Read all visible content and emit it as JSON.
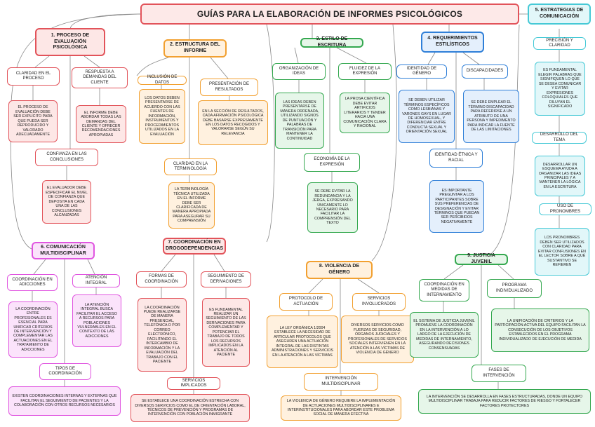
{
  "title": "GUÍAS PARA LA ELABORACIÓN DE INFORMES PSICOLÓGICOS",
  "colors": {
    "red": "#e2535a",
    "orange": "#f2a030",
    "green": "#34a84f",
    "blue": "#2f7fd8",
    "cyan": "#46c9d6",
    "pink": "#e055e0",
    "line": "#888888"
  },
  "s1": {
    "title": "1. PROCESO DE EVALUACIÓN PSICOLÓGICA",
    "a": {
      "label": "CLARIDAD EN EL PROCESO",
      "text": "EL PROCESO DE EVALUACIÓN DEBE SER EXPLÍCITO PARA QUE PUEDA SER REPRODUCIDO Y VALORADO ADECUADAMENTE"
    },
    "b": {
      "label": "RESPUESTA A DEMANDAS DEL CLIENTE",
      "text": "EL INFORME DEBE ABORDAR TODAS LAS DEMANDAS DEL CLIENTE Y OFRECER RECOMENDACIONES APROPIADAS"
    },
    "c": {
      "label": "CONFIANZA EN LAS CONCLUSIONES",
      "text": "EL EVALUADOR DEBE ESPECIFICAR EL NIVEL DE CONFIANZA QUE DEPOSITA EN CADA UNA DE LAS CONCLUSIONES ALCANZADAS"
    }
  },
  "s2": {
    "title": "2. ESTRUCTURA DEL INFORME",
    "a": {
      "label": "INCLUSIÓN DE DATOS",
      "text": "LOS DATOS DEBEN PRESENTARSE DE ACUERDO CON LAS FUENTES DE INFORMACIÓN, INSTRUMENTOS Y PROCEDIMIENTOS UTILIZADOS EN LA EVALUACIÓN"
    },
    "b": {
      "label": "PRESENTACIÓN DE RESULTADOS",
      "text": "EN LA SECCIÓN DE RESULTADOS, CADA AFIRMACIÓN PSICOLÓGICA DEBE BASARSE EXPRESAMENTE EN LOS DATOS RECOGIDOS Y VALORARSE SEGÚN SU RELEVANCIA"
    },
    "c": {
      "label": "CLARIDAD EN LA TERMINOLOGÍA",
      "text": "LA TERMINOLOGÍA TÉCNICA UTILIZADA EN EL INFORME DEBE SER CLARIFICADA DE MANERA APROPIADA PARA ASEGURAR SU COMPRENSIÓN"
    }
  },
  "s3": {
    "title": "3. ESTILO DE ESCRITURA",
    "a": {
      "label": "ORGANIZACIÓN DE IDEAS",
      "text": "LAS IDEAS DEBEN PRESENTARSE DE MANERA ORDENADA, UTILIZANDO SIGNOS DE PUNTUACIÓN Y PALABRAS DE TRANSICIÓN PARA MANTENER LA CONTINUIDAD"
    },
    "b": {
      "label": "FLUIDEZ DE LA EXPRESIÓN",
      "text": "LA PROSA CIENTÍFICA DEBE EVITAR ARTIFICIOS LITERARIOS Y TENDER HACIA UNA COMUNICACIÓN CLARA Y RACIONAL"
    },
    "c": {
      "label": "ECONOMÍA DE LA EXPRESIÓN",
      "text": "SE DEBE EVITAR LA REDUNDANCIA Y LA JERGA, EXPRESANDO ÚNICAMENTE LO NECESARIO PARA FACILITAR LA COMPRENSIÓN DEL TEXTO"
    }
  },
  "s4": {
    "title": "4. REQUERIMIENTOS ESTILÍSTICOS",
    "a": {
      "label": "IDENTIDAD DE GÉNERO",
      "text": "SE DEBEN UTILIZAR TÉRMINOS ESPECÍFICOS COMO LESBIANAS Y VARONES GAYS EN LUGAR DE HOMOSEXUAL, Y DIFERENCIAR ENTRE CONDUCTA SEXUAL Y ORIENTACIÓN SEXUAL"
    },
    "b": {
      "label": "DISCAPACIDADES",
      "text": "SE DEBE EMPLEAR EL TÉRMINO DISCAPACIDAD PARA REFERIRSE A UN ATRIBUTO DE UNA PERSONA Y IMPEDIMENTO PARA INDICAR LA FUENTE DE LAS LIMITACIONES"
    },
    "c": {
      "label": "IDENTIDAD ÉTNICA Y RACIAL",
      "text": "ES IMPORTANTE PREGUNTAR A LOS PARTICIPANTES SOBRE SUS PREFERENCIAS DE DESIGNACIÓN Y EVITAR TÉRMINOS QUE PUEDAN SER PERCIBIDOS NEGATIVAMENTE"
    }
  },
  "s5": {
    "title": "5. ESTRATEGIAS DE COMUNICACIÓN",
    "a": {
      "label": "PRECISIÓN Y CLARIDAD",
      "text": "ES FUNDAMENTAL ELEGIR PALABRAS QUE SIGNIFIQUEN LO QUE SE DESEA COMUNICAR Y EVITAR EXPRESIONES COLOQUIALES QUE DILUYAN EL SIGNIFICADO"
    },
    "b": {
      "label": "DESARROLLO DEL TEMA",
      "text": "DESARROLLAR UN ESQUEMA AYUDA A ORGANIZAR LAS IDEAS PRINCIPALES Y A MANTENER LA LÓGICA EN LA ESCRITURA"
    },
    "c": {
      "label": "USO DE PRONOMBRES",
      "text": "LOS PRONOMBRES DEBEN SER UTILIZADOS CON CLARIDAD PARA EVITAR CONFUSIONES EN EL LECTOR SOBRE A QUÉ SUSTANTIVO SE REFIEREN"
    }
  },
  "s6": {
    "title": "6. COMUNICACIÓN MULTIDISCIPLINAR",
    "a": {
      "label": "COORDINACIÓN EN ADICCIONES",
      "text": "LA COORDINACIÓN ENTRE PROFESIONALES ES ESENCIAL PARA UNIFICAR CRITERIOS DE INTERVENCIÓN Y COMPLEMENTAR LAS ACTUACIONES EN EL TRATAMIENTO DE ADICCIONES"
    },
    "b": {
      "label": "ATENCIÓN INTEGRAL",
      "text": "LA ATENCIÓN INTEGRAL BUSCA FACILITAR EL ACCESO A RECURSOS PARA POBLACIONES VULNERABLES EN EL CONTEXTO DE LAS ADICCIONES"
    },
    "c": {
      "label": "TIPOS DE COORDINACIÓN",
      "text": "EXISTEN COORDINACIONES INTERNAS Y EXTERNAS QUE FACILITAN EL SEGUIMIENTO DE PACIENTES Y LA COLABORACIÓN CON OTROS RECURSOS NECESARIOS"
    }
  },
  "s7": {
    "title": "7. COORDINACIÓN EN DROGODEPENDENCIAS",
    "a": {
      "label": "FORMAS DE COORDINACIÓN",
      "text": "LA COORDINACIÓN PUEDE REALIZARSE DE MANERA PRESENCIAL, TELEFÓNICA O POR CORREO ELECTRÓNICO, FACILITANDO EL INTERCAMBIO DE INFORMACIÓN Y LA EVALUACIÓN DEL TRABAJO CON EL PACIENTE"
    },
    "b": {
      "label": "SEGUIMIENTO DE DERIVACIONES",
      "text": "ES FUNDAMENTAL REALIZAR UN SEGUIMIENTO DE LAS DERIVACIONES PARA COMPLEMENTAR Y POTENCIAR EL TRABAJO DE TODOS LOS RECURSOS IMPLICADOS EN LA ATENCIÓN AL PACIENTE"
    },
    "c": {
      "label": "SERVICIOS IMPLICADOS",
      "text": "SE ESTABLECE UNA COORDINACIÓN ESTRECHA CON DIVERSOS SERVICIOS COMO EL DE ORIENTACIÓN LABORAL, TÉCNICOS DE PREVENCIÓN Y PROGRAMAS DE INTERVENCIÓN CON POBLACIÓN INMIGRANTE"
    }
  },
  "s8": {
    "title": "8. VIOLENCIA DE GÉNERO",
    "a": {
      "label": "PROTOCOLO DE ACTUACIÓN",
      "text": "LA LEY ORGÁNICA 1/2004 ESTABLECE LA NECESIDAD DE ARTICULAR PROTOCOLOS QUE ASEGUREN UNA ACTUACIÓN INTEGRAL DE LAS DISTINTAS ADMINISTRACIONES Y SERVICIOS EN LA ATENCIÓN A LAS VÍCTIMAS"
    },
    "b": {
      "label": "SERVICIOS INVOLUCRADOS",
      "text": "DIVERSOS SERVICIOS COMO FUERZAS DE SEGURIDAD, ÓRGANOS JUDICIALES Y PROFESIONALES DE SERVICIOS SOCIALES INTERVIENEN EN LA ATENCIÓN A LAS VÍCTIMAS DE VIOLENCIA DE GÉNERO"
    },
    "c": {
      "label": "INTERVENCIÓN MULTIDISCIPLINAR",
      "text": "LA VIOLENCIA DE GÉNERO REQUIERE LA IMPLEMENTACIÓN DE ACTUACIONES MULTIDISCIPLINARES E INTERINSTITUCIONALES PARA ABORDAR ESTE PROBLEMA SOCIAL DE MANERA EFECTIVA"
    }
  },
  "s9": {
    "title": "9. JUSTICIA JUVENIL",
    "a": {
      "label": "COORDINACIÓN EN MEDIDAS DE INTERNAMIENTO",
      "text": "EL SISTEMA DE JUSTICIA JUVENIL PROMUEVE LA COORDINACIÓN EN LA INTERVENCIÓN A LO LARGO DE LA EJECUCIÓN DE MEDIDAS DE INTERNAMIENTO, ASEGURANDO DECISIONES CONSENSUADAS"
    },
    "b": {
      "label": "PROGRAMA INDIVIDUALIZADO",
      "text": "LA UNIFICACIÓN DE CRITERIOS Y LA PARTICIPACIÓN ACTIVA DEL EQUIPO FACILITAN LA CONSECUCIÓN DE LOS OBJETIVOS ESTABLECIDOS EN EL PROGRAMA INDIVIDUALIZADO DE EJECUCIÓN DE MEDIDA"
    },
    "c": {
      "label": "FASES DE INTERVENCIÓN",
      "text": "LA INTERVENCIÓN SE DESARROLLA EN FASES ESTRUCTURADAS, DONDE UN EQUIPO MULTIDISCIPLINAR TRABAJA PARA REDUCIR FACTORES DE RIESGO Y FORTALECER FACTORES PROTECTORES"
    }
  }
}
